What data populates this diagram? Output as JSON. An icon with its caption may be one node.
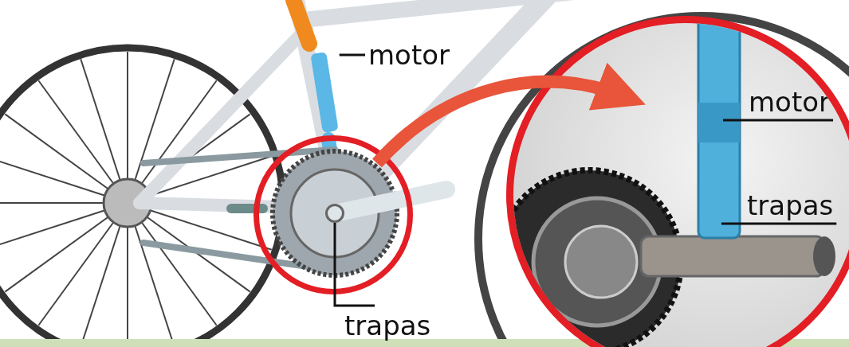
{
  "diagram": {
    "nodes": [
      {
        "text": [
          "motor"
        ]
      },
      {
        "text": [],
        "shape": "bar"
      },
      {
        "text": [
          "trapas"
        ]
      },
      {
        "text": [],
        "shape": "circle"
      },
      {
        "text": [],
        "shape": "circle"
      },
      {
        "text": [
          "motor"
        ],
        "in": 4
      },
      {
        "text": [
          "trapas"
        ],
        "in": 4
      },
      {
        "text": [],
        "shape": "circle",
        "in": 3
      }
    ],
    "edges": [
      {
        "from": 0,
        "to": 1,
        "arrow": "none"
      },
      {
        "from": 2,
        "to": 7,
        "arrow": "none"
      },
      {
        "from": 3,
        "to": 4,
        "arrow": "to",
        "style": "thick",
        "color": "#e8553a"
      },
      {
        "from": 5,
        "to": null,
        "arrow": "none"
      },
      {
        "from": 6,
        "to": null,
        "arrow": "none"
      }
    ]
  }
}
